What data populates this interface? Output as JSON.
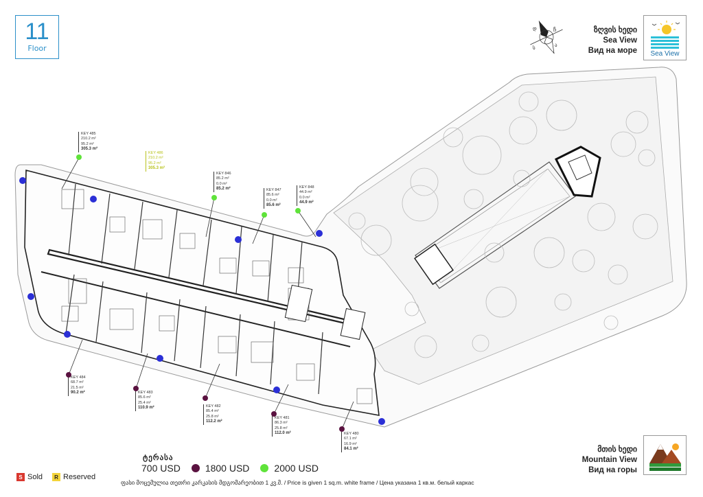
{
  "floor": {
    "number": "11",
    "label": "Floor"
  },
  "compass": {
    "letters": [
      "ჩ",
      "ა",
      "ს",
      "დ"
    ]
  },
  "sea_view": {
    "ka": "ზღვის ხედი",
    "en": "Sea View",
    "ru": "Вид на море",
    "caption": "Sea View"
  },
  "mountain_view": {
    "ka": "მთის ხედი",
    "en": "Mountain View",
    "ru": "Вид на горы"
  },
  "units_top": [
    {
      "key": "KEY 485",
      "a": "210.2 m²",
      "b": "95.2 m²",
      "total": "305.3 m²",
      "status": "2000 USD"
    },
    {
      "key": "KEY 486",
      "a": "210.2 m²",
      "b": "95.2 m²",
      "total": "305.3 m²",
      "status": "reserved"
    },
    {
      "key": "KEY 846",
      "a": "85.2 m²",
      "b": "0.0 m²",
      "total": "85.2 m²",
      "status": "2000 USD"
    },
    {
      "key": "KEY 847",
      "a": "85.6 m²",
      "b": "0.0 m²",
      "total": "85.6 m²",
      "status": "2000 USD"
    },
    {
      "key": "KEY 848",
      "a": "44.9 m²",
      "b": "0.0 m²",
      "total": "44.9 m²",
      "status": "2000 USD"
    }
  ],
  "units_bottom": [
    {
      "key": "KEY 484",
      "a": "68.7 m²",
      "b": "21.5 m²",
      "total": "90.2 m²",
      "status": "1800 USD"
    },
    {
      "key": "KEY 483",
      "a": "85.6 m²",
      "b": "25.4 m²",
      "total": "110.9 m²",
      "status": "1800 USD"
    },
    {
      "key": "KEY 482",
      "a": "85.4 m²",
      "b": "25.8 m²",
      "total": "112.2 m²",
      "status": "1800 USD"
    },
    {
      "key": "KEY 481",
      "a": "86.3 m²",
      "b": "25.8 m²",
      "total": "112.0 m²",
      "status": "1800 USD"
    },
    {
      "key": "KEY 480",
      "a": "67.1 m²",
      "b": "16.9 m²",
      "total": "84.1 m²",
      "status": "1800 USD"
    }
  ],
  "legend": {
    "title": "ტერასა",
    "terrace_price": "700 USD",
    "items": [
      {
        "label": "1800 USD",
        "color": "#5a1240"
      },
      {
        "label": "2000 USD",
        "color": "#5fe33a"
      }
    ]
  },
  "status": {
    "sold_code": "S",
    "sold_label": "Sold",
    "sold_color": "#d9382f",
    "reserved_code": "R",
    "reserved_label": "Reserved",
    "reserved_color": "#f3d33a"
  },
  "footnote": "ფასი მოცემულია თეთრი კარკასის მდგომარეობით 1 კვ.მ. / Price is given 1 sq.m. white frame / Цена указана 1 кв.м. белый каркас",
  "colors": {
    "accent": "#2a8fc9",
    "pool_dot": "#2b2fd6"
  }
}
